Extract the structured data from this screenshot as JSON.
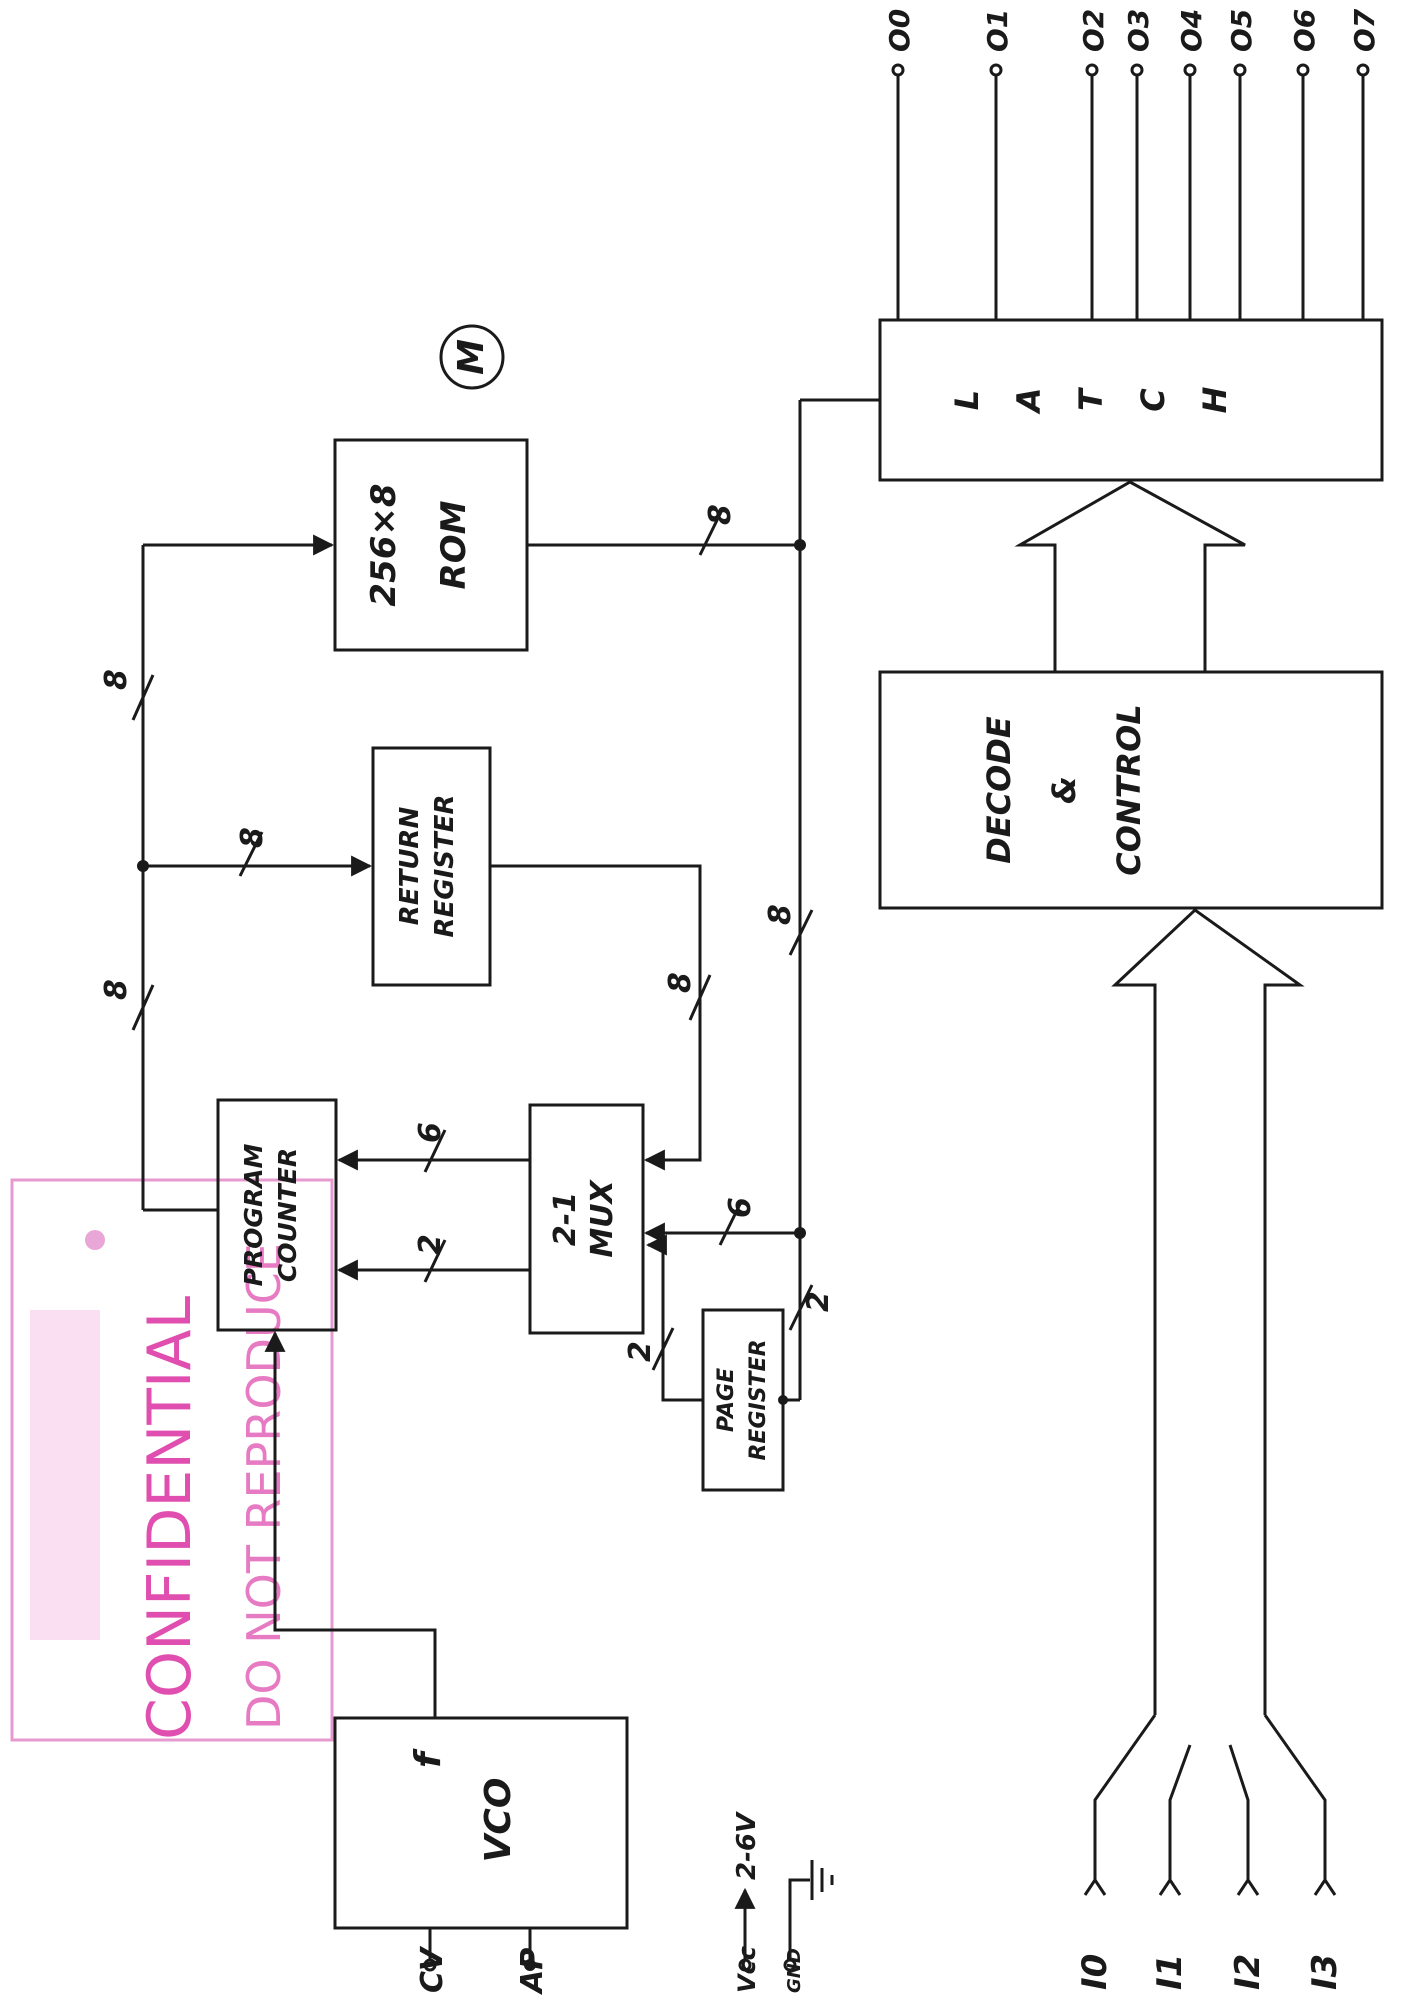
{
  "blocks": {
    "rom": {
      "line1": "256×8",
      "line2": "ROM"
    },
    "return_register": {
      "line1": "RETURN",
      "line2": "REGISTER"
    },
    "program_counter": {
      "line1": "PROGRAM",
      "line2": "COUNTER"
    },
    "mux": {
      "line1": "2-1",
      "line2": "MUX"
    },
    "page_register": {
      "line1": "PAGE",
      "line2": "REGISTER"
    },
    "vco": {
      "line1": "f",
      "line2": "VCO"
    },
    "decode_control": {
      "line1": "DECODE",
      "line2": "&",
      "line3": "CONTROL"
    },
    "latch": {
      "l1": "L",
      "l2": "A",
      "l3": "T",
      "l4": "C",
      "l5": "H"
    }
  },
  "bus_labels": {
    "pc_out": "8",
    "to_rom": "8",
    "to_return": "8",
    "return_to_mux": "8",
    "rom_out": "8",
    "rom_down": "8",
    "mux_to_pc_6": "6",
    "mux_to_pc_2": "2",
    "bus_to_mux_6": "6",
    "bus_to_page_2": "2",
    "page_to_mux_2": "2"
  },
  "outputs": [
    "O0",
    "O1",
    "O2",
    "O3",
    "O4",
    "O5",
    "O6",
    "O7"
  ],
  "inputs": [
    "I0",
    "I1",
    "I2",
    "I3"
  ],
  "left_pins": {
    "cv": "CV",
    "ap": "AP"
  },
  "power": {
    "vcc": "Vcc",
    "vcc_value": "2-6V",
    "gnd": "GND"
  },
  "marker": "M",
  "stamp": {
    "line1": "CONFIDENTIAL",
    "line2": "DO NOT REPRODUCE"
  },
  "colors": {
    "ink": "#1a1a1a",
    "stamp": "#e04fb0"
  }
}
